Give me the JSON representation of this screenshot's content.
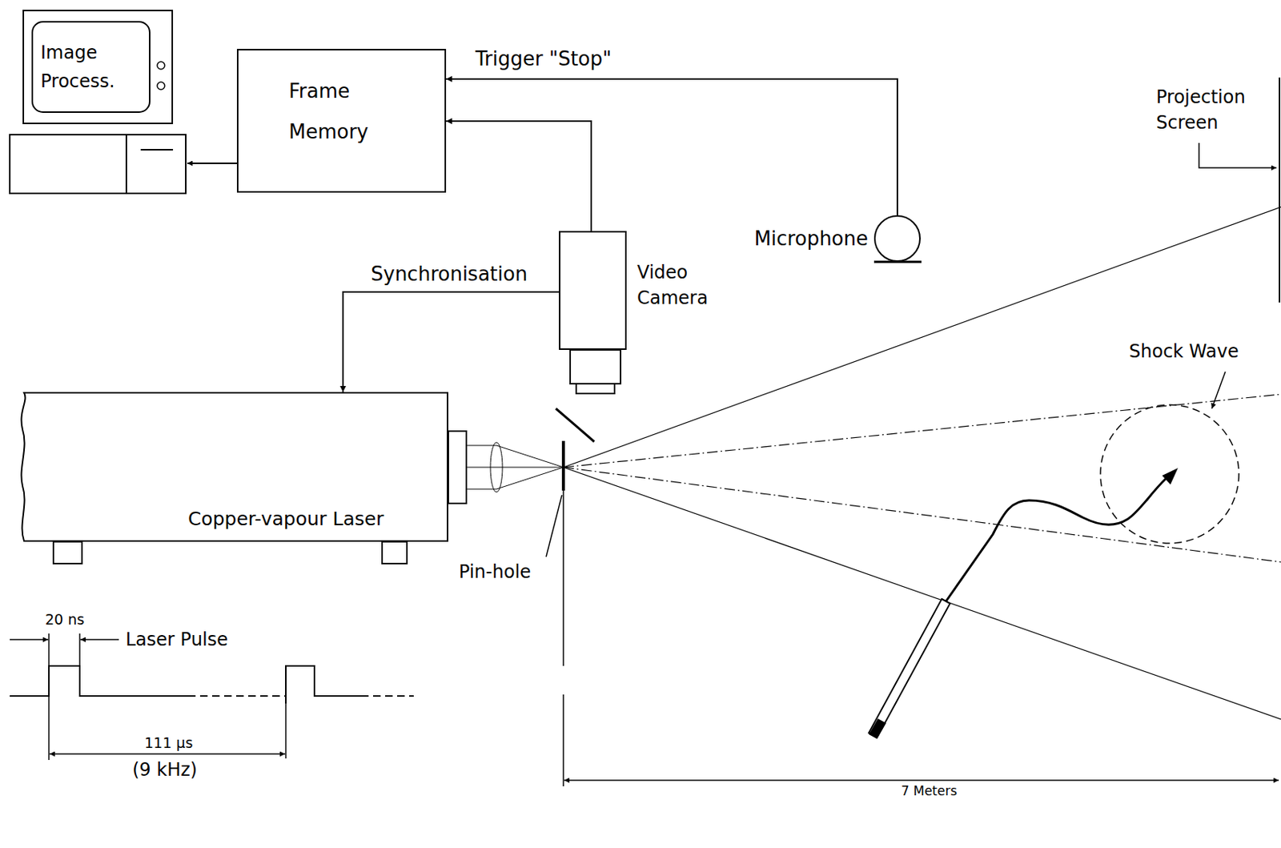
{
  "diagram": {
    "nodes": [
      {
        "text": [
          "Image Process."
        ]
      },
      {
        "text": [
          "Frame Memory"
        ]
      },
      {
        "text": [
          "Video Camera"
        ]
      },
      {
        "text": [
          "Microphone"
        ]
      },
      {
        "text": [
          "Copper-vapour Laser"
        ]
      },
      {
        "text": [
          "Shock Wave"
        ]
      }
    ],
    "edges": [
      {
        "from": 3,
        "to": 1,
        "label": "Trigger \"Stop\"",
        "arrow": "to"
      },
      {
        "from": 2,
        "to": 1,
        "arrow": "to"
      },
      {
        "from": 2,
        "to": 4,
        "label": "Synchronisation",
        "arrow": "to"
      }
    ],
    "labels": [
      "Projection Screen",
      "Pin-hole",
      "Laser Pulse",
      "20 ns",
      "111 µs",
      "(9 kHz)",
      "7 Meters"
    ]
  }
}
